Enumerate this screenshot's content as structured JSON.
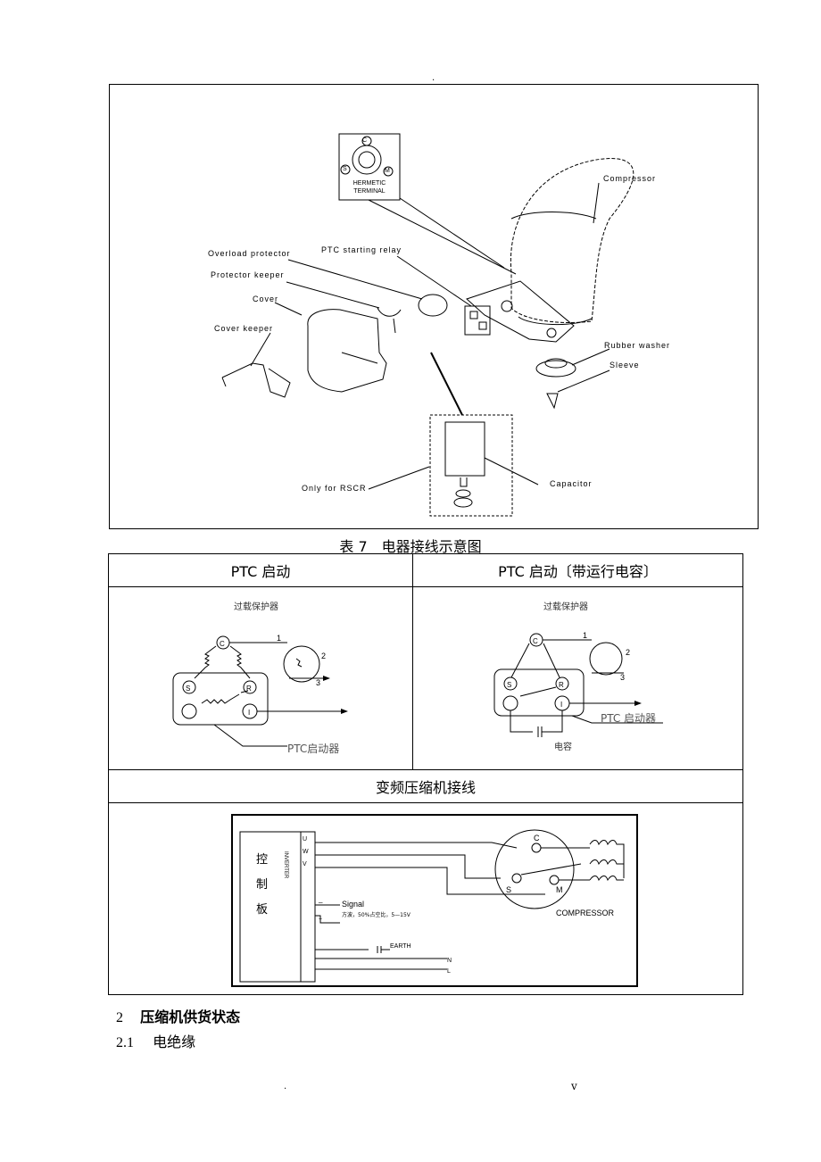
{
  "header": {
    "top_dot": "."
  },
  "figure": {
    "terminal_label_1": "HERMETIC",
    "terminal_label_2": "TERMINAL",
    "pin_c": "C",
    "pin_s": "S",
    "pin_m": "M",
    "labels": {
      "compressor": "Compressor",
      "overload_protector": "Overload protector",
      "ptc_relay": "PTC starting relay",
      "protector_keeper": "Protector keeper",
      "cover": "Cover",
      "cover_keeper": "Cover keeper",
      "rubber_washer": "Rubber washer",
      "sleeve": "Sleeve",
      "only_rscr": "Only for RSCR",
      "capacitor": "Capacitor"
    }
  },
  "table": {
    "caption": "表 7　电器接线示意图",
    "col1_header": "PTC 启动",
    "col2_header": "PTC 启动〔带运行电容〕",
    "row2_header": "变频压缩机接线",
    "diagram_left": {
      "overload_label": "过载保护器",
      "ptc_label": "PTC启动器",
      "n1": "1",
      "n2": "2",
      "n3": "3",
      "pin_c": "C",
      "pin_s": "S",
      "pin_r": "R",
      "pin_i": "I"
    },
    "diagram_right": {
      "overload_label": "过载保护器",
      "ptc_label": "PTC 启动器",
      "cap_label": "电容",
      "n1": "1",
      "n2": "2",
      "n3": "3",
      "pin_c": "C",
      "pin_s": "S",
      "pin_r": "R",
      "pin_i": "I"
    },
    "inverter": {
      "board_1": "控",
      "board_2": "制",
      "board_3": "板",
      "vertical_text": "INVERTER",
      "u": "U",
      "w": "W",
      "v": "V",
      "signal": "Signal",
      "signal_note": "方波，50%占空比，5—15V",
      "minus": "_",
      "plus": "+",
      "earth": "EARTH",
      "n": "N",
      "l": "L",
      "c": "C",
      "s": "S",
      "m": "M",
      "compressor": "COMPRESSOR"
    }
  },
  "sections": {
    "s2_num": "2",
    "s2_title": "压缩机供货状态",
    "s21_num": "2.1",
    "s21_title": "电绝缘"
  },
  "footer": {
    "dot": ".",
    "page": "v"
  }
}
